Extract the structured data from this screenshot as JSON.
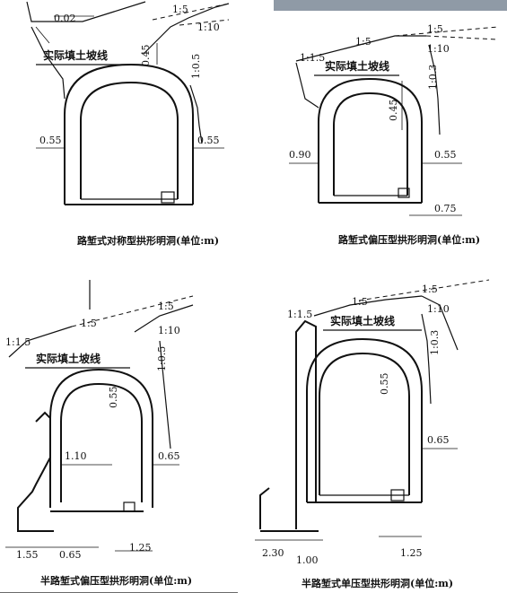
{
  "header_bar_color": "#8f9aa6",
  "panels": [
    {
      "caption": "路堑式对称型拱形明洞(单位:m)",
      "fill_line_label": "实际填土坡线",
      "slopes": [
        "1:5",
        "1:10",
        "1:0.5"
      ],
      "dims": [
        "0.02",
        "0.45",
        "0.55",
        "0.55"
      ]
    },
    {
      "caption": "路堑式偏压型拱形明洞(单位:m)",
      "fill_line_label": "实际填土坡线",
      "slopes": [
        "1:5",
        "1:10",
        "1:1.5",
        "1:5",
        "1:0.3"
      ],
      "dims": [
        "0.45",
        "0.90",
        "0.55",
        "0.75"
      ]
    },
    {
      "caption": "半路堑式偏压型拱形明洞(单位:m)",
      "fill_line_label": "实际填土坡线",
      "slopes": [
        "1:5",
        "1:5",
        "1:10",
        "1:1.5",
        "1:0.5"
      ],
      "dims": [
        "0.55",
        "1.10",
        "0.65",
        "1.55",
        "0.65",
        "1.25"
      ]
    },
    {
      "caption": "半路堑式单压型拱形明洞(单位:m)",
      "fill_line_label": "实际填土坡线",
      "slopes": [
        "1:5",
        "1:5",
        "1:10",
        "1:1.5",
        "1:0.3"
      ],
      "dims": [
        "0.55",
        "0.65",
        "2.30",
        "1.00",
        "1.25"
      ]
    }
  ]
}
